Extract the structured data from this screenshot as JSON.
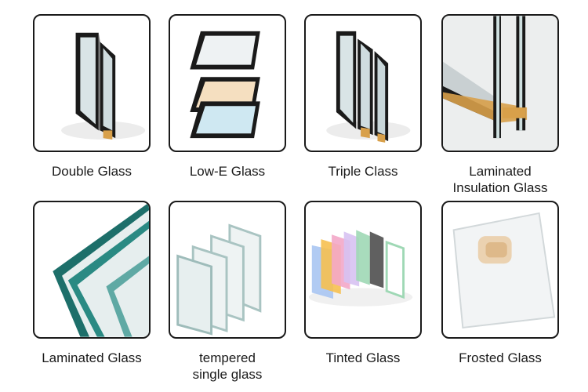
{
  "items": [
    {
      "label": "Double Glass"
    },
    {
      "label": "Low-E Glass"
    },
    {
      "label": "Triple Class"
    },
    {
      "label_lines": [
        "Laminated",
        "Insulation Glass"
      ]
    },
    {
      "label": "Laminated Glass"
    },
    {
      "label_lines": [
        "tempered",
        "single glass"
      ]
    },
    {
      "label": "Tinted Glass"
    },
    {
      "label": "Frosted Glass"
    }
  ],
  "colors": {
    "frame": "#1a1a1a",
    "glass": "#d9e4e6",
    "spacer": "#d8a04a",
    "laminated_edge": "#1d6f6a",
    "lowe_tints": [
      "#eef2f3",
      "#f5dfc0",
      "#cfe8f2"
    ],
    "tint_panes": [
      "#f3a7c8",
      "#f6c050",
      "#a8c5f2",
      "#9fd8b5",
      "#d7c2f2",
      "#444444"
    ]
  }
}
